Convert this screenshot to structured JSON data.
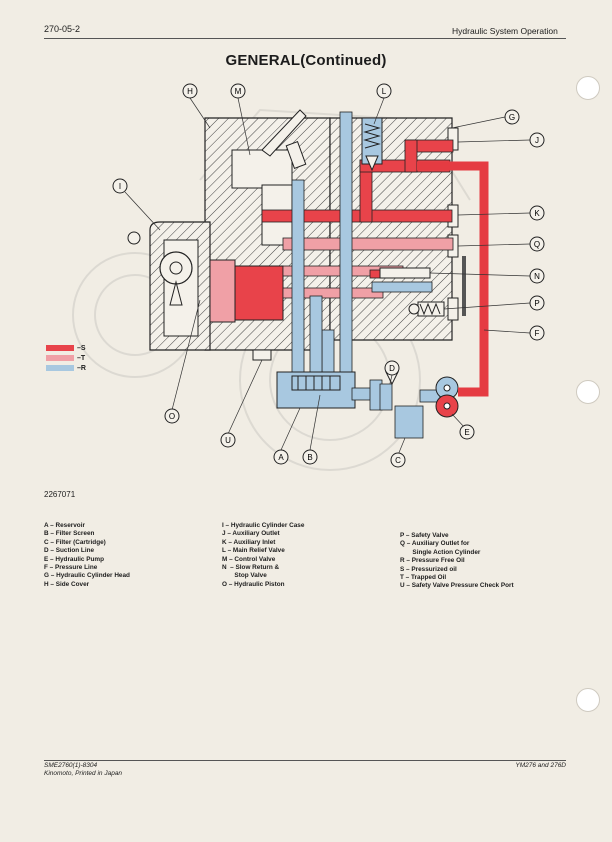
{
  "header": {
    "page_number": "270-05-2",
    "title": "Hydraulic System Operation"
  },
  "section_title": "GENERAL(Continued)",
  "figure_id": "2267071",
  "colors": {
    "suction": "#e8434a",
    "trapped": "#f0a0a6",
    "return": "#a8c8e0",
    "red_line": "#e53b42"
  },
  "legend": [
    {
      "letter": "S",
      "color": "#e8434a"
    },
    {
      "letter": "T",
      "color": "#f0a0a6"
    },
    {
      "letter": "R",
      "color": "#a8c8e0"
    }
  ],
  "callouts": {
    "A": "A",
    "B": "B",
    "C": "C",
    "D": "D",
    "E": "E",
    "F": "F",
    "G": "G",
    "H": "H",
    "I": "I",
    "J": "J",
    "K": "K",
    "L": "L",
    "M": "M",
    "N": "N",
    "O": "O",
    "P": "P",
    "Q": "Q",
    "U": "U"
  },
  "key": {
    "col1": [
      "A – Reservoir",
      "B – Filter Screen",
      "C – Filter (Cartridge)",
      "D – Suction Line",
      "E – Hydraulic Pump",
      "F – Pressure Line",
      "G – Hydraulic Cylinder Head",
      "H – Side Cover"
    ],
    "col2": [
      "I  – Hydraulic Cylinder Case",
      "J  – Auxiliary Outlet",
      "K  – Auxiliary Inlet",
      "L  – Main Relief Valve",
      "M – Control Valve",
      "N  – Slow Return &",
      "       Stop Valve",
      "O  – Hydraulic Piston"
    ],
    "col3": [
      "P – Safety Valve",
      "Q – Auxiliary Outlet for",
      "       Single Action Cylinder",
      "R – Pressure Free Oil",
      "S – Pressurized oil",
      "T – Trapped Oil",
      "U – Safety Valve Pressure Check Port"
    ]
  },
  "footer": {
    "code": "SME2760(1)-8304",
    "printer": "Kinomoto, Printed in Japan",
    "models": "YM276 and 276D"
  }
}
